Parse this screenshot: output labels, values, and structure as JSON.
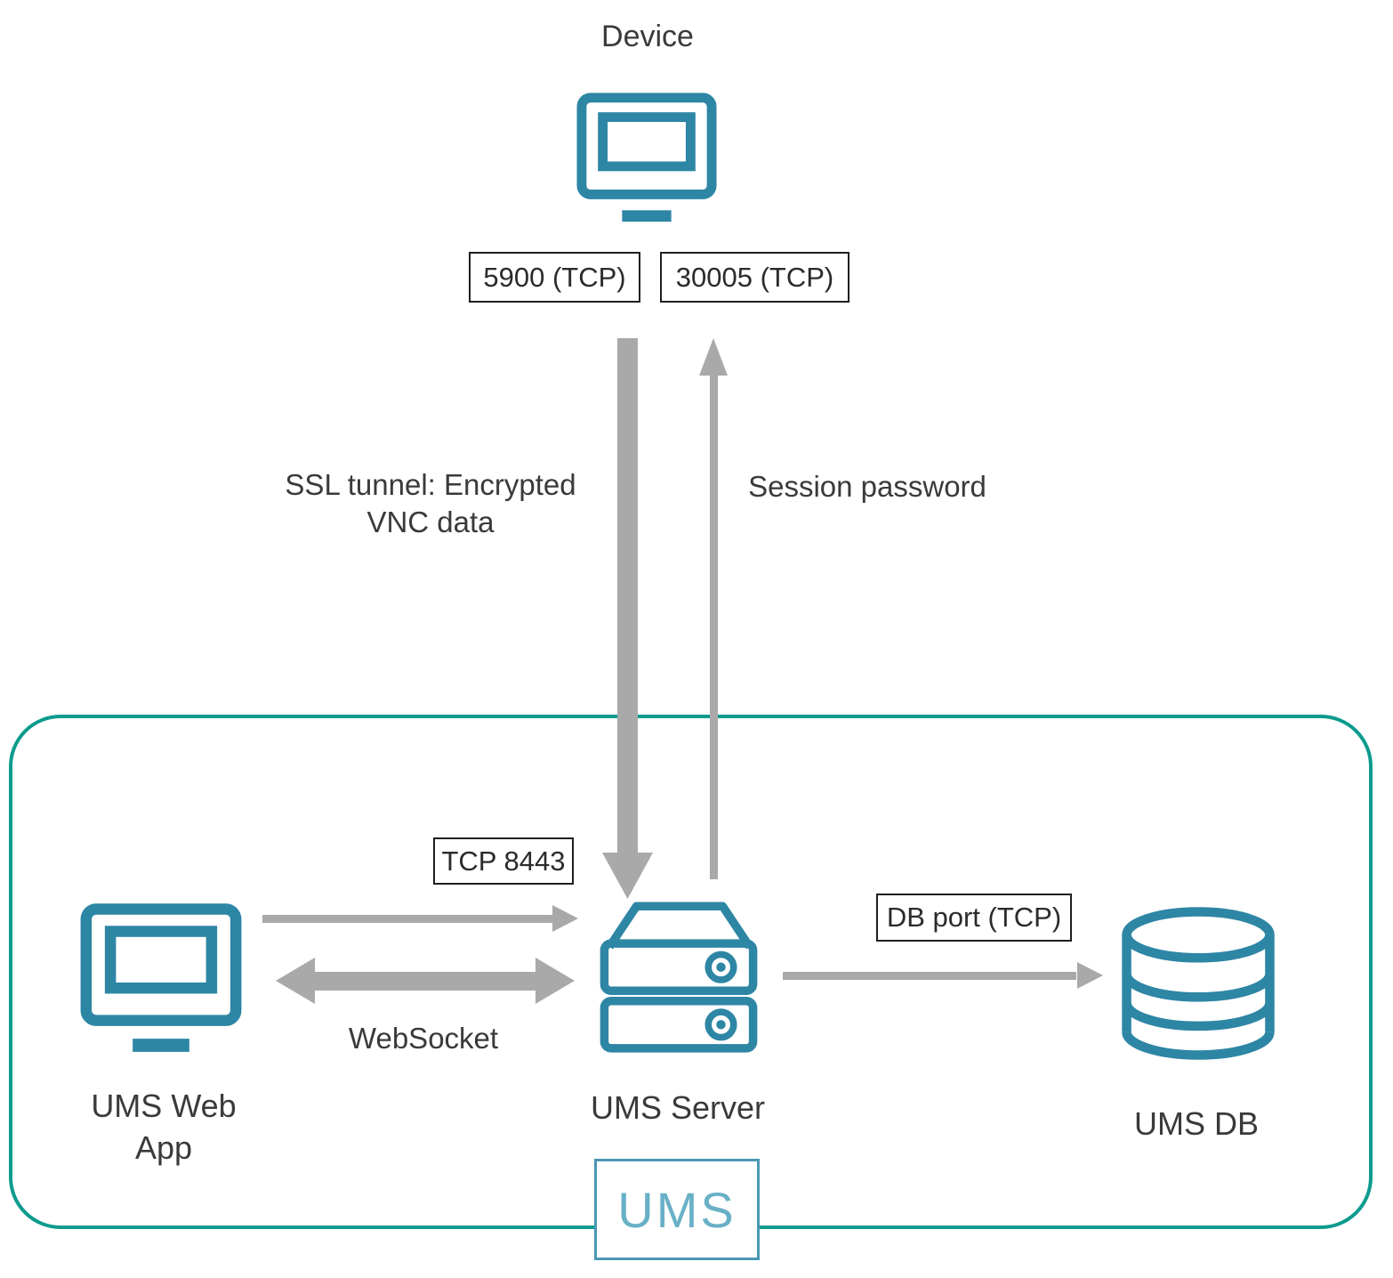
{
  "diagram": {
    "device": {
      "label": "Device"
    },
    "port_boxes": {
      "vnc": "5900 (TCP)",
      "session": "30005 (TCP)"
    },
    "edge_labels": {
      "ssl_tunnel": "SSL tunnel: Encrypted\nVNC data",
      "session_password": "Session password",
      "tcp_8443": "TCP 8443",
      "websocket": "WebSocket",
      "db_port": "DB port (TCP)"
    },
    "nodes": {
      "web_app": "UMS Web\nApp",
      "server": "UMS Server",
      "db": "UMS DB"
    },
    "boundary": {
      "label": "UMS"
    },
    "colors": {
      "icon_teal": "#2e86a5",
      "boundary_teal": "#0c9b8e",
      "arrow_gray": "#a9a9a9"
    }
  }
}
